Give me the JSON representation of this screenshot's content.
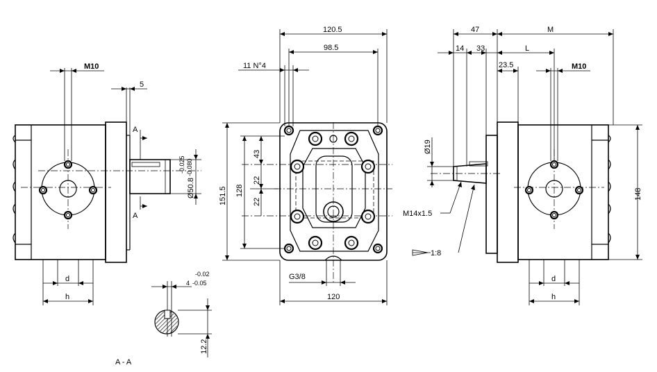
{
  "dimensions": {
    "left": {
      "m10": "M10",
      "five": "5",
      "section_a_top": "A",
      "section_a_bottom": "A",
      "tol_upper": "-0.025",
      "tol_lower": "-0.080",
      "shaft_dia": "Ø50.8",
      "d": "d",
      "h": "h"
    },
    "section": {
      "tol_upper": "-0.02",
      "tol_lower": "-0.05",
      "key_width": "4",
      "key_depth": "12.2",
      "label": "A - A"
    },
    "front": {
      "width_top": "120.5",
      "bolt_spacing": "98.5",
      "holes": "11 N°4",
      "height_total": "151.5",
      "bolt_vertical": "128",
      "dim_43": "43",
      "dim_22a": "22",
      "dim_22b": "22",
      "port": "G3/8",
      "width_bottom": "120"
    },
    "right": {
      "dim_47": "47",
      "dim_m": "M",
      "dim_14": "14",
      "dim_33": "33",
      "dim_l": "L",
      "dim_23_5": "23.5",
      "m10": "M10",
      "dia19": "Ø19",
      "thread": "M14x1.5",
      "taper": "1:8",
      "height": "148",
      "d": "d",
      "h": "h"
    }
  }
}
